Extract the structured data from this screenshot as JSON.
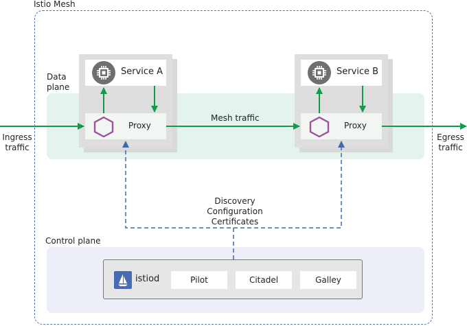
{
  "mesh": {
    "title": "Istio Mesh"
  },
  "data_plane": {
    "label_line1": "Data",
    "label_line2": "plane"
  },
  "control_plane": {
    "label": "Control plane"
  },
  "service_a": {
    "service_label": "Service A",
    "proxy_label": "Proxy"
  },
  "service_b": {
    "service_label": "Service B",
    "proxy_label": "Proxy"
  },
  "mesh_traffic": {
    "label": "Mesh traffic"
  },
  "ingress": {
    "line1": "Ingress",
    "line2": "traffic"
  },
  "egress": {
    "line1": "Egress",
    "line2": "traffic"
  },
  "control_link": {
    "line1": "Discovery",
    "line2": "Configuration",
    "line3": "Certificates"
  },
  "istiod": {
    "label": "istiod",
    "components": [
      "Pilot",
      "Citadel",
      "Galley"
    ]
  },
  "colors": {
    "traffic_arrow": "#109a4a",
    "control_dash": "#3e6aa8",
    "proxy_hexagon": "#a0529c",
    "chip_icon": "#6f6f6f",
    "istio_logo": "#466bb0"
  },
  "icons": {
    "service": "cpu-chip-icon",
    "proxy": "hexagon-icon",
    "istiod": "istio-sail-logo-icon"
  }
}
